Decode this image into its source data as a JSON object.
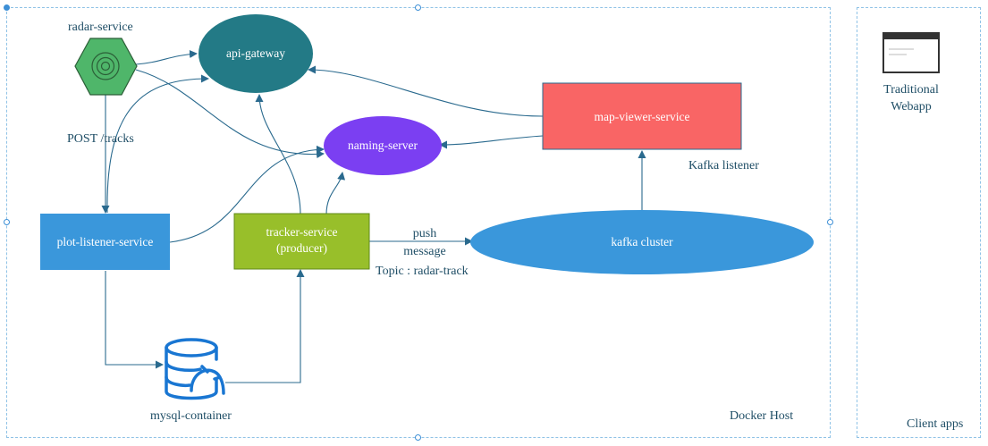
{
  "groups": {
    "docker_host": "Docker Host",
    "client_apps": "Client apps"
  },
  "nodes": {
    "radar_service": "radar-service",
    "api_gateway": "api-gateway",
    "naming_server": "naming-server",
    "map_viewer": "map-viewer-service",
    "plot_listener": "plot-listener-service",
    "tracker_line1": "tracker-service",
    "tracker_line2": "(producer)",
    "kafka_cluster": "kafka cluster",
    "mysql": "mysql-container",
    "webapp_line1": "Traditional",
    "webapp_line2": "Webapp"
  },
  "edge_labels": {
    "post_tracks": "POST /tracks",
    "push_line1": "push",
    "push_line2": "message",
    "topic": "Topic : radar-track",
    "kafka_listener": "Kafka listener"
  },
  "colors": {
    "api_gateway": "#237a86",
    "naming_server": "#7b3ff2",
    "map_viewer": "#f96565",
    "plot_listener": "#3a97db",
    "tracker": "#98bf2a",
    "kafka": "#3a97db",
    "radar": "#4fb66a",
    "mysql": "#1976d2",
    "edge": "#2a6a8e",
    "boundary": "#8fc2e6"
  }
}
